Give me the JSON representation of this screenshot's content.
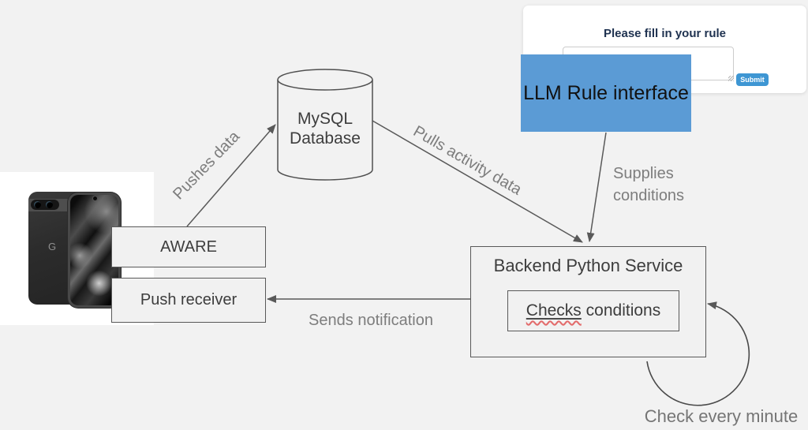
{
  "nodes": {
    "mysql": {
      "line1": "MySQL",
      "line2": "Database"
    },
    "aware": {
      "label": "AWARE"
    },
    "push_receiver": {
      "label": "Push receiver"
    },
    "backend": {
      "title": "Backend Python Service",
      "task": {
        "word_underlined": "Checks",
        "word_rest": "conditions"
      }
    },
    "llm": {
      "label": "LLM Rule interface"
    }
  },
  "edges": {
    "pushes_data": {
      "label": "Pushes data"
    },
    "pulls_activity": {
      "label": "Pulls activity data"
    },
    "supplies": {
      "line1": "Supplies",
      "line2": "conditions"
    },
    "sends_notification": {
      "label": "Sends notification"
    },
    "self_loop": {
      "label": "Check every minute"
    }
  },
  "rule_form": {
    "title": "Please fill in your rule",
    "textarea_value": "",
    "submit_label": "Submit"
  },
  "phone": {
    "brand_letter": "G"
  },
  "colors": {
    "background": "#f2f2f2",
    "node_fill": "#f1f1f1",
    "node_border": "#595959",
    "arrow": "#595959",
    "edge_label_text": "#7d7d7d",
    "llm_box_fill": "#5b9bd5",
    "form_title_text": "#1f3250",
    "submit_button_fill": "#3e96d3",
    "spellcheck_squiggle": "#e36b6b"
  }
}
